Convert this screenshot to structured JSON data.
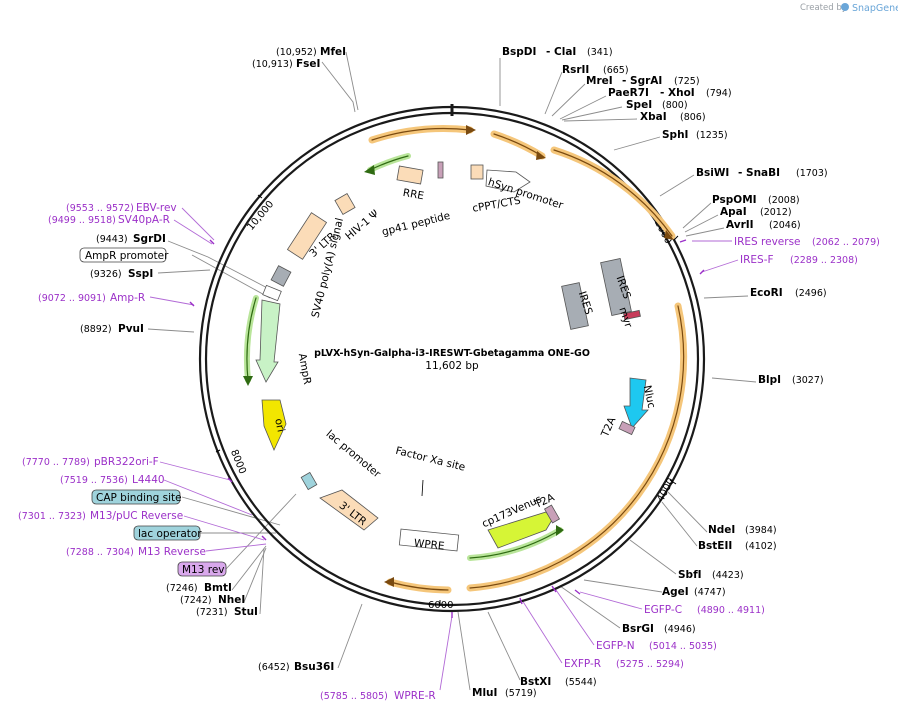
{
  "credit": {
    "prefix": "Created by",
    "brand": "SnapGene"
  },
  "plasmid": {
    "name": "pLVX-hSyn-Galpha-i3-IRESWT-Gbetagamma ONE-GO",
    "size": "11,602 bp"
  },
  "ticks": [
    "2000",
    "4000",
    "6000",
    "8000",
    "10,000"
  ],
  "enzymes": {
    "mfei": {
      "coord": "(10,952)",
      "name": "MfeI"
    },
    "fsei": {
      "coord": "(10,913)",
      "name": "FseI"
    },
    "bspdi": {
      "name": "BspDI",
      "name2": "- ClaI",
      "coord": "(341)"
    },
    "rsrii": {
      "name": "RsrII",
      "coord": "(665)"
    },
    "mrei": {
      "name": "MreI",
      "name2": "- SgrAI",
      "coord": "(725)"
    },
    "paer7i": {
      "name": "PaeR7I",
      "name2": "- XhoI",
      "coord": "(794)"
    },
    "spei": {
      "name": "SpeI",
      "coord": "(800)"
    },
    "xbai": {
      "name": "XbaI",
      "coord": "(806)"
    },
    "sphi": {
      "name": "SphI",
      "coord": "(1235)"
    },
    "bsiwi": {
      "name": "BsiWI",
      "name2": "- SnaBI",
      "coord": "(1703)"
    },
    "pspomi": {
      "name": "PspOMI",
      "coord": "(2008)"
    },
    "apai": {
      "name": "ApaI",
      "coord": "(2012)"
    },
    "avrii": {
      "name": "AvrII",
      "coord": "(2046)"
    },
    "ecori": {
      "name": "EcoRI",
      "coord": "(2496)"
    },
    "blpi": {
      "name": "BlpI",
      "coord": "(3027)"
    },
    "ndei": {
      "name": "NdeI",
      "coord": "(3984)"
    },
    "bsteii": {
      "name": "BstEII",
      "coord": "(4102)"
    },
    "sbfi": {
      "name": "SbfI",
      "coord": "(4423)"
    },
    "agei": {
      "name": "AgeI",
      "coord": "(4747)"
    },
    "bsrgi": {
      "name": "BsrGI",
      "coord": "(4946)"
    },
    "bstxi": {
      "name": "BstXI",
      "coord": "(5544)"
    },
    "mlui": {
      "name": "MluI",
      "coord": "(5719)"
    },
    "bsu36i": {
      "coord": "(6452)",
      "name": "Bsu36I"
    },
    "bmti": {
      "coord": "(7246)",
      "name": "BmtI"
    },
    "nhei": {
      "coord": "(7242)",
      "name": "NheI"
    },
    "stui": {
      "coord": "(7231)",
      "name": "StuI"
    },
    "pvui": {
      "coord": "(8892)",
      "name": "PvuI"
    },
    "sspi": {
      "coord": "(9326)",
      "name": "SspI"
    },
    "sgrdi": {
      "coord": "(9443)",
      "name": "SgrDI"
    }
  },
  "primers": {
    "ires_reverse": {
      "name": "IRES reverse",
      "coord": "(2062 .. 2079)"
    },
    "ires_f": {
      "name": "IRES-F",
      "coord": "(2289 .. 2308)"
    },
    "egfp_c": {
      "name": "EGFP-C",
      "coord": "(4890 .. 4911)"
    },
    "egfp_n": {
      "name": "EGFP-N",
      "coord": "(5014 .. 5035)"
    },
    "exfp_r": {
      "name": "EXFP-R",
      "coord": "(5275 .. 5294)"
    },
    "wpre_r": {
      "coord": "(5785 .. 5805)",
      "name": "WPRE-R"
    },
    "ebv_rev": {
      "coord": "(9553 .. 9572)",
      "name": "EBV-rev"
    },
    "sv40pa_r": {
      "coord": "(9499 .. 9518)",
      "name": "SV40pA-R"
    },
    "amp_r": {
      "coord": "(9072 .. 9091)",
      "name": "Amp-R"
    },
    "pbr322ori_f": {
      "coord": "(7770 .. 7789)",
      "name": "pBR322ori-F"
    },
    "l4440": {
      "coord": "(7519 .. 7536)",
      "name": "L4440"
    },
    "m13_puc_reverse": {
      "coord": "(7301 .. 7323)",
      "name": "M13/pUC Reverse"
    },
    "m13_reverse": {
      "coord": "(7288 .. 7304)",
      "name": "M13 Reverse"
    }
  },
  "boxes": {
    "ampr_promoter": "AmpR promoter",
    "cap_binding_site": "CAP binding site",
    "lac_operator": "lac operator",
    "m13_rev": "M13 rev"
  },
  "features": {
    "rre": "RRE",
    "gp41": "gp41 peptide",
    "hiv1": "HIV-1 Ψ",
    "ltr3_top": "3' LTR",
    "hsyn": "hSyn promoter",
    "cppt": "cPPT/CTS",
    "ires1": "IRES",
    "ires2": "IRES",
    "myr": "myr",
    "nluc": "Nluc",
    "t2a1": "T2A",
    "t2a2": "T2A",
    "cp173": "cp173Venus",
    "wpre": "WPRE",
    "factorxa": "Factor Xa site",
    "ltr3_bottom": "3' LTR",
    "lacpromoter": "lac promoter",
    "ori": "ori",
    "ampr": "AmpR",
    "sv40": "SV40 poly(A) signal"
  },
  "colors": {
    "backbone": "#1a1a1a",
    "primer": "#9b30c8",
    "orange_arc": "#f5c67a",
    "green_arc": "#7ec84f",
    "ltr": "#fbdcb8",
    "ampr": "#c8f2c6",
    "ori": "#f2e600",
    "nluc": "#1ec8f0",
    "venus": "#d6f536",
    "ires": "#a7adb4",
    "misc_box": "#9fd3dc",
    "m13_box": "#d9a8ec"
  }
}
